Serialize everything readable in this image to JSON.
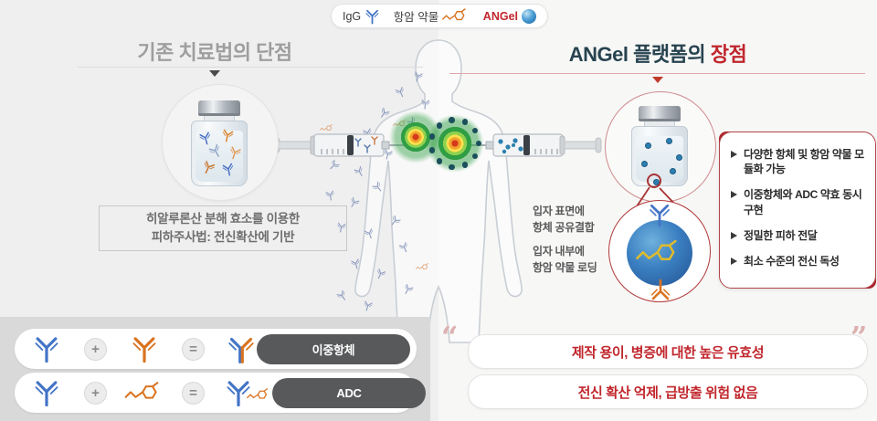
{
  "legend": {
    "igg_label": "IgG",
    "drug_label": "항암 약물",
    "angel_label": "ANGel"
  },
  "left": {
    "title": "기존 치료법의 단점",
    "caption_line1": "히알루론산 분해 효소를 이용한",
    "caption_line2": "피하주사법: 전신확산에 기반"
  },
  "right": {
    "title_prefix": "ANGel 플랫폼의",
    "title_highlight": "장점",
    "particle_label1_line1": "입자 표면에",
    "particle_label1_line2": "항체 공유결합",
    "particle_label2_line1": "입자 내부에",
    "particle_label2_line2": "항암 약물 로딩",
    "benefits": [
      "다양한 항체 및 항암 약물 모듈화 가능",
      "이중항체와 ADC 약효 동시 구현",
      "정밀한 피하 전달",
      "최소 수준의 전신 독성"
    ]
  },
  "bottom_left": {
    "plus": "+",
    "equals": "=",
    "row1_label": "이중항체",
    "row2_label": "ADC"
  },
  "bottom_right": {
    "quote_open": "“",
    "quote_close": "”",
    "banner1": "제작 용이, 병증에 대한 높은 유효성",
    "banner2": "전신 확산 억제, 급방출 위험 없음"
  },
  "colors": {
    "accent_red": "#c0262c",
    "title_navy": "#27434f",
    "antibody_blue": "#4374c6",
    "drug_orange": "#d9731f",
    "tumor_green": "#2f9e44",
    "nanoparticle_blue": "#2d6fb0",
    "pill_dark_gray": "#58595b"
  }
}
